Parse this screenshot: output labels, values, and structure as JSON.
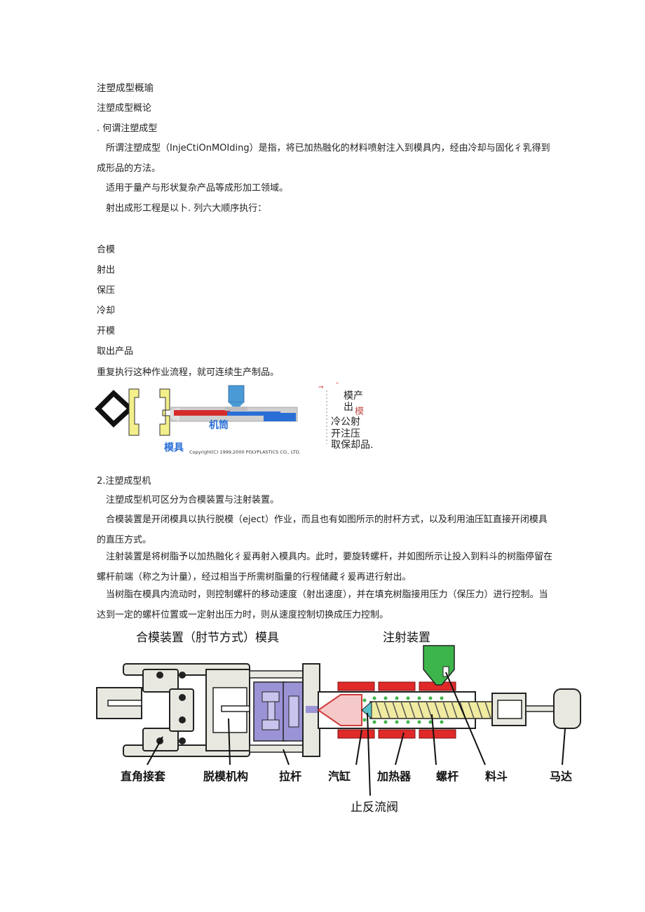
{
  "doc": {
    "title": "注塑成型概瑜",
    "subtitle": "注塑成型概论",
    "section1": ". 何谓注塑成型",
    "para1": "所谓注塑成型（InjeCtiOnMOIding）是指，将已加热融化的材料喷射注入到模具内，经由冷却与固化彳乳得到成形品的方法。",
    "para2": "适用于量产与形状复杂产品等成形加工领域。",
    "para3": "射出成形工程是以卜. 列六大顺序执行：",
    "steps": [
      "合模",
      "射出",
      "保压",
      "冷却",
      "开模",
      "取出产品"
    ],
    "para4": "重复执行这种作业流程，就可连续生产制品。",
    "section2": "2.注塑成型机",
    "para5": "注塑成型机可区分为合模装置与注射装置。",
    "para6": "合模装置是开闭模具以执行脱模（eject）作业，而且也有如图所示的肘杆方式，以及利用油压缸直接开闭模具的直压方式。",
    "para7": "注射装置是将树脂予以加热融化彳爰再射入模具内。此时，要旋转螺杆，并如图所示让投入到料斗的树脂停留在螺杆前端（称之为计量），经过相当于所需树脂量的行程储藏彳爰再进行射出。",
    "para8": "当树脂在模具内流动时，则控制螺杆的移动速度（射出速度），并在填充树脂接用压力（保压力）进行控制。当达到一定的螺杆位置或一定射出压力时，则从速度控制切换成压力控制。"
  },
  "figure1": {
    "barrel_label": "机筒",
    "mold_label": "模具",
    "copyright": "Copyright(C) 1999,2000 POLYPLASTICS CO., LTD.",
    "side_lines": [
      "模产",
      "出",
      "模",
      "冷公射",
      "开注压",
      "取保却品."
    ]
  },
  "figure2": {
    "title_clamp": "合模装置（肘节方式）模具",
    "title_inject": "注射装置",
    "labels": {
      "toggle": "直角接套",
      "ejector": "脱模机构",
      "tie_bar": "拉杆",
      "cylinder": "汽缸",
      "heater": "加热器",
      "screw": "螺杆",
      "hopper": "料斗",
      "motor": "马达",
      "check_valve": "止反流阀"
    },
    "colors": {
      "hopper": "#3cb54a",
      "heater": "#e02a2a",
      "screw": "#f0eba0",
      "mold": "#9a93d6",
      "barrel_blue": "#2a6fd6",
      "nozzle_pink": "#f6c9c9"
    }
  }
}
